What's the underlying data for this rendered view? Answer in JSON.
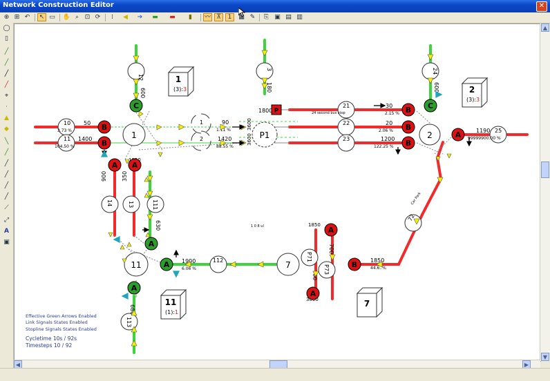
{
  "window": {
    "title": "Network Construction Editor",
    "close_glyph": "✕"
  },
  "toolbar_icons": [
    "select",
    "grid",
    "undo",
    "pointer",
    "select-area",
    "pan",
    "zoom",
    "zoom-box",
    "refresh",
    "signal",
    "yield",
    "arrow",
    "green-bar",
    "red-bar",
    "stopline",
    "detector",
    "phase",
    "stage",
    "table",
    "pen",
    "export",
    "save",
    "print",
    "settings"
  ],
  "status_lines": {
    "line1": "Effective Green Arrows Enabled",
    "line2": "Link Signals States Enabled",
    "line3": "Stopline Signals States Enabled",
    "cycle": "Cycletime 10s / 92s",
    "timesteps": "Timesteps 10 / 92"
  },
  "colors": {
    "red_link": "#f22a2a",
    "green_link": "#3ed43e",
    "node_red": "#dd1111",
    "node_green": "#2a9d2a",
    "yellow_arrow": "#f4f000",
    "status_text": "#2a3a9a"
  },
  "junctions": [
    {
      "id": "j1",
      "label": "1"
    },
    {
      "id": "j2",
      "label": "2"
    },
    {
      "id": "p1",
      "label": "P1"
    },
    {
      "id": "j7",
      "label": "7"
    },
    {
      "id": "j11",
      "label": "11"
    }
  ],
  "boxes": [
    {
      "label": "1",
      "sub_prefix": "(3):",
      "sub_value": "3"
    },
    {
      "label": "2",
      "sub_prefix": "(3):",
      "sub_value": "3"
    },
    {
      "label": "11",
      "sub_prefix": "(1):",
      "sub_value": "1"
    },
    {
      "label": "7",
      "sub_prefix": "",
      "sub_value": ""
    }
  ],
  "links": [
    {
      "num": "10",
      "val": "50",
      "pct": "3.73 %"
    },
    {
      "num": "11",
      "val": "1400",
      "pct": "104.50 %"
    },
    {
      "num": "1",
      "val": "90",
      "pct": "1.11 %"
    },
    {
      "num": "2",
      "val": "1420",
      "pct": "88.55 %"
    },
    {
      "num": "21",
      "val": "30",
      "pct": "2.15 %",
      "note": "24 second bus stop"
    },
    {
      "num": "22",
      "val": "20",
      "pct": "2.06 %"
    },
    {
      "num": "23",
      "val": "1200",
      "pct": "122.25 %"
    },
    {
      "num": "25",
      "val": "1190",
      "pct": "99999900.00 %"
    },
    {
      "num": "112",
      "val": "1900",
      "pct": "6.06 %"
    },
    {
      "num": "71",
      "val": "1850",
      "pct": "44.6..%"
    },
    {
      "num": "12",
      "val": "600"
    },
    {
      "num": "3",
      "val": "180"
    },
    {
      "num": "24",
      "val": "600"
    },
    {
      "num": "14",
      "val": "900"
    },
    {
      "num": "13",
      "val": "350"
    },
    {
      "num": "111",
      "val": "630"
    },
    {
      "num": "113",
      "val": "680"
    },
    {
      "num": "P71",
      "val": "760"
    },
    {
      "num": "P73",
      "val": "700"
    },
    {
      "num": "72",
      "val": ""
    }
  ],
  "misc_labels": {
    "p1_top": "1800",
    "p1_left_a": "3600",
    "p1_left_b": "3600",
    "car_park": "Car Park",
    "a_top_left": "1850",
    "a_top_right": "1950",
    "small_text": "1 0 8 ul",
    "bottom_a": "3000"
  }
}
